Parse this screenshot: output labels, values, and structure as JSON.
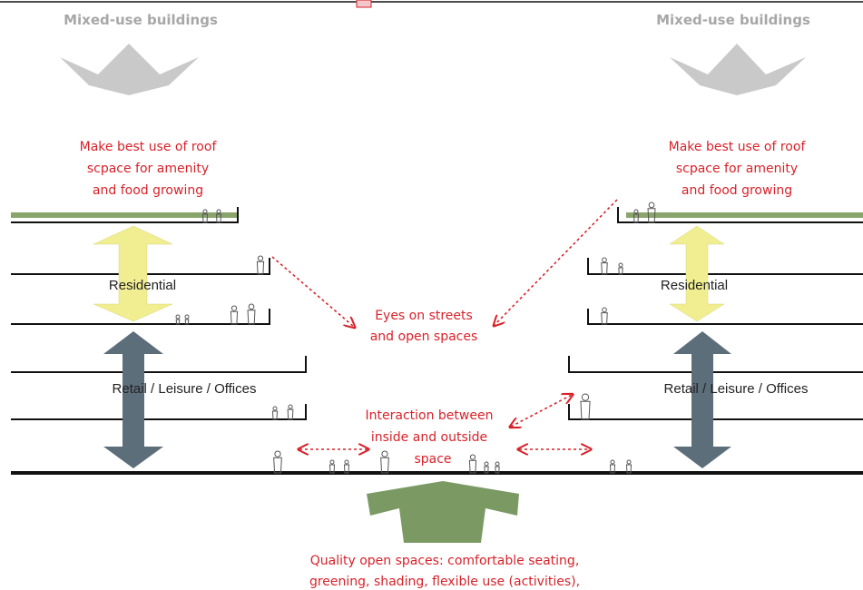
{
  "colors": {
    "header_text": "#a7a7a7",
    "grey_arrow": "#c9c9c9",
    "roof_green": "#8aa56b",
    "residential_arrow": "#f1ee91",
    "retail_arrow": "#5d6e7b",
    "open_space_arrow": "#7b9a63",
    "annotation_red": "#d8222a",
    "floor_line": "#111111"
  },
  "left": {
    "header": "Mixed-use buildings",
    "roof_note": [
      "Make best use of roof",
      "scpace for amenity",
      "and food growing"
    ],
    "residential_label": "Residential",
    "retail_label": "Retail / Leisure / Offices"
  },
  "right": {
    "header": "Mixed-use buildings",
    "roof_note": [
      "Make best use of roof",
      "scpace for amenity",
      "and food growing"
    ],
    "residential_label": "Residential",
    "retail_label": "Retail / Leisure / Offices"
  },
  "center": {
    "eyes_note": [
      "Eyes on streets",
      "and open spaces"
    ],
    "interaction_note": [
      "Interaction between",
      "inside and outside",
      "space"
    ]
  },
  "bottom": {
    "quality_note": [
      "Quality open spaces: comfortable seating,",
      "greening, shading, flexible use (activities),"
    ]
  }
}
